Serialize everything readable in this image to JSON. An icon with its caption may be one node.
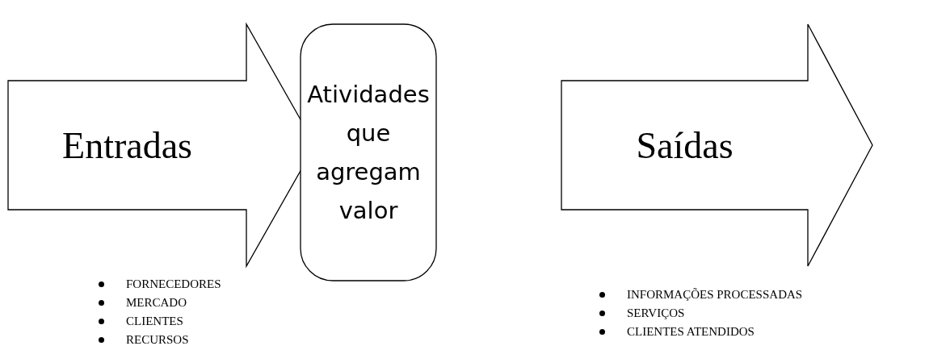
{
  "diagram": {
    "nodes": [
      {
        "text": [
          "Entradas"
        ],
        "beside": [
          "FORNECEDORES",
          "MERCADO",
          "CLIENTES",
          "RECURSOS"
        ]
      },
      {
        "text": [
          "Atividades que agregam valor"
        ]
      },
      {
        "text": [
          "Saídas"
        ],
        "beside": [
          "INFORMAÇÕES PROCESSADAS",
          "SERVIÇOS",
          "CLIENTES ATENDIDOS"
        ]
      }
    ],
    "edges": []
  }
}
